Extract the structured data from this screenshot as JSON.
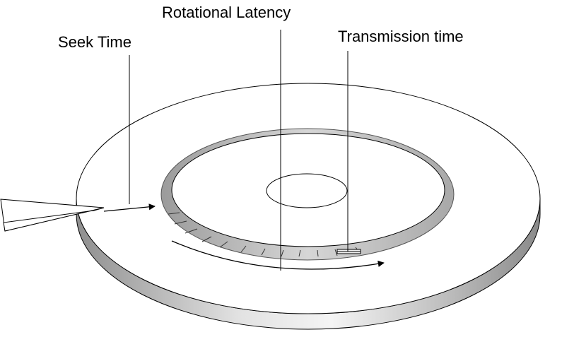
{
  "labels": {
    "seek_time": "Seek Time",
    "rotational_latency": "Rotational Latency",
    "transmission_time": "Transmission time"
  },
  "colors": {
    "line": "#000000",
    "platter_face": "#ffffff",
    "platter_edge_light": "#e6e6e6",
    "platter_edge_dark": "#9a9a9a",
    "track_light": "#d9d9d9",
    "track_dark": "#9e9e9e"
  }
}
